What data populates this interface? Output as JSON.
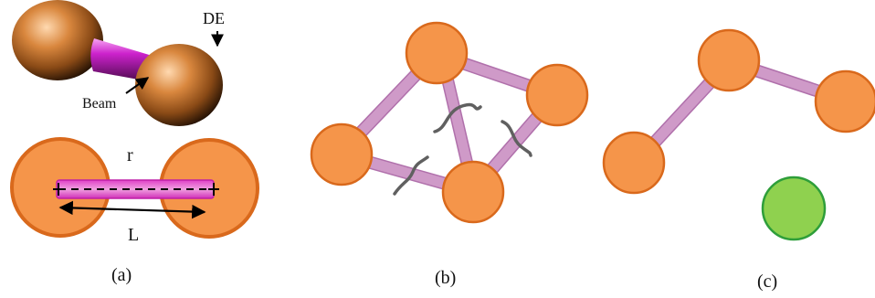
{
  "panels": {
    "a": {
      "caption": "(a)",
      "top_labels": {
        "de": "DE",
        "beam": "Beam"
      },
      "bottom_labels": {
        "r": "r",
        "L": "L"
      }
    },
    "b": {
      "caption": "(b)"
    },
    "c": {
      "caption": "(c)"
    }
  },
  "colors": {
    "particle_fill": "#f5954a",
    "particle_stroke": "#d9691c",
    "bond_fill": "#cf9ac8",
    "bond_stroke": "#b070ab",
    "beam_magenta": "#cc22cc",
    "broken_bond_mark": "#606060",
    "free_particle_fill": "#8fd14f",
    "free_particle_stroke": "#2e9e3a"
  }
}
